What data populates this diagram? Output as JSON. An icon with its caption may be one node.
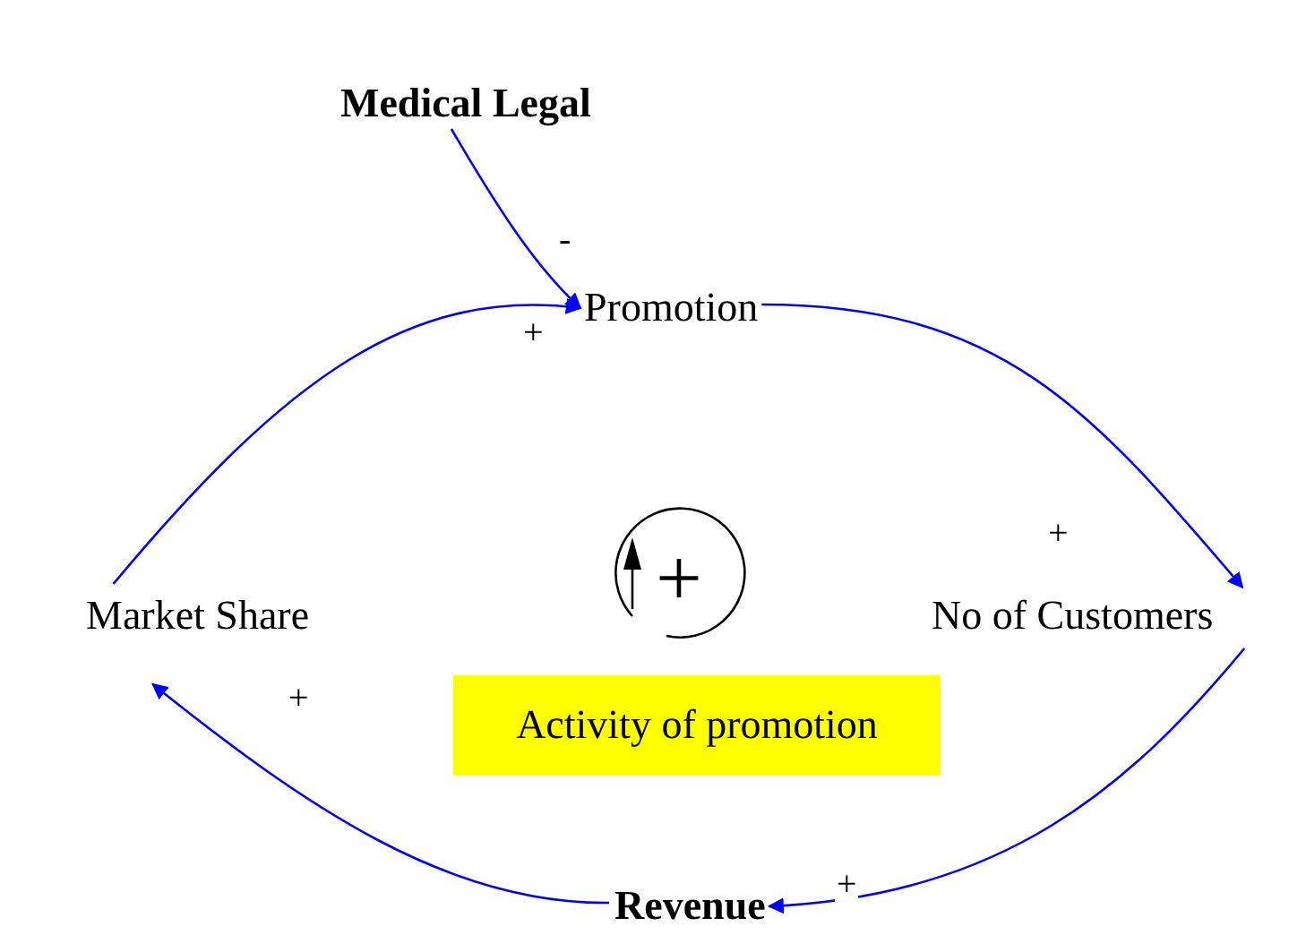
{
  "diagram": {
    "nodes": [
      {
        "text": [
          "Medical Legal"
        ]
      },
      {
        "text": [
          "Promotion"
        ]
      },
      {
        "text": [
          "No of Customers"
        ]
      },
      {
        "text": [
          "Revenue"
        ]
      },
      {
        "text": [
          "Market Share"
        ]
      },
      {
        "text": [
          "Activity of promotion"
        ]
      }
    ],
    "edges": [
      {
        "from": 0,
        "to": 1,
        "arrow": "to",
        "label": "-"
      },
      {
        "from": 1,
        "to": 2,
        "arrow": "to",
        "label": "+"
      },
      {
        "from": 2,
        "to": 3,
        "arrow": "to",
        "label": "+"
      },
      {
        "from": 3,
        "to": 4,
        "arrow": "to",
        "label": "+"
      },
      {
        "from": 4,
        "to": 1,
        "arrow": "to",
        "label": "+"
      }
    ],
    "labels": [
      "+"
    ]
  }
}
